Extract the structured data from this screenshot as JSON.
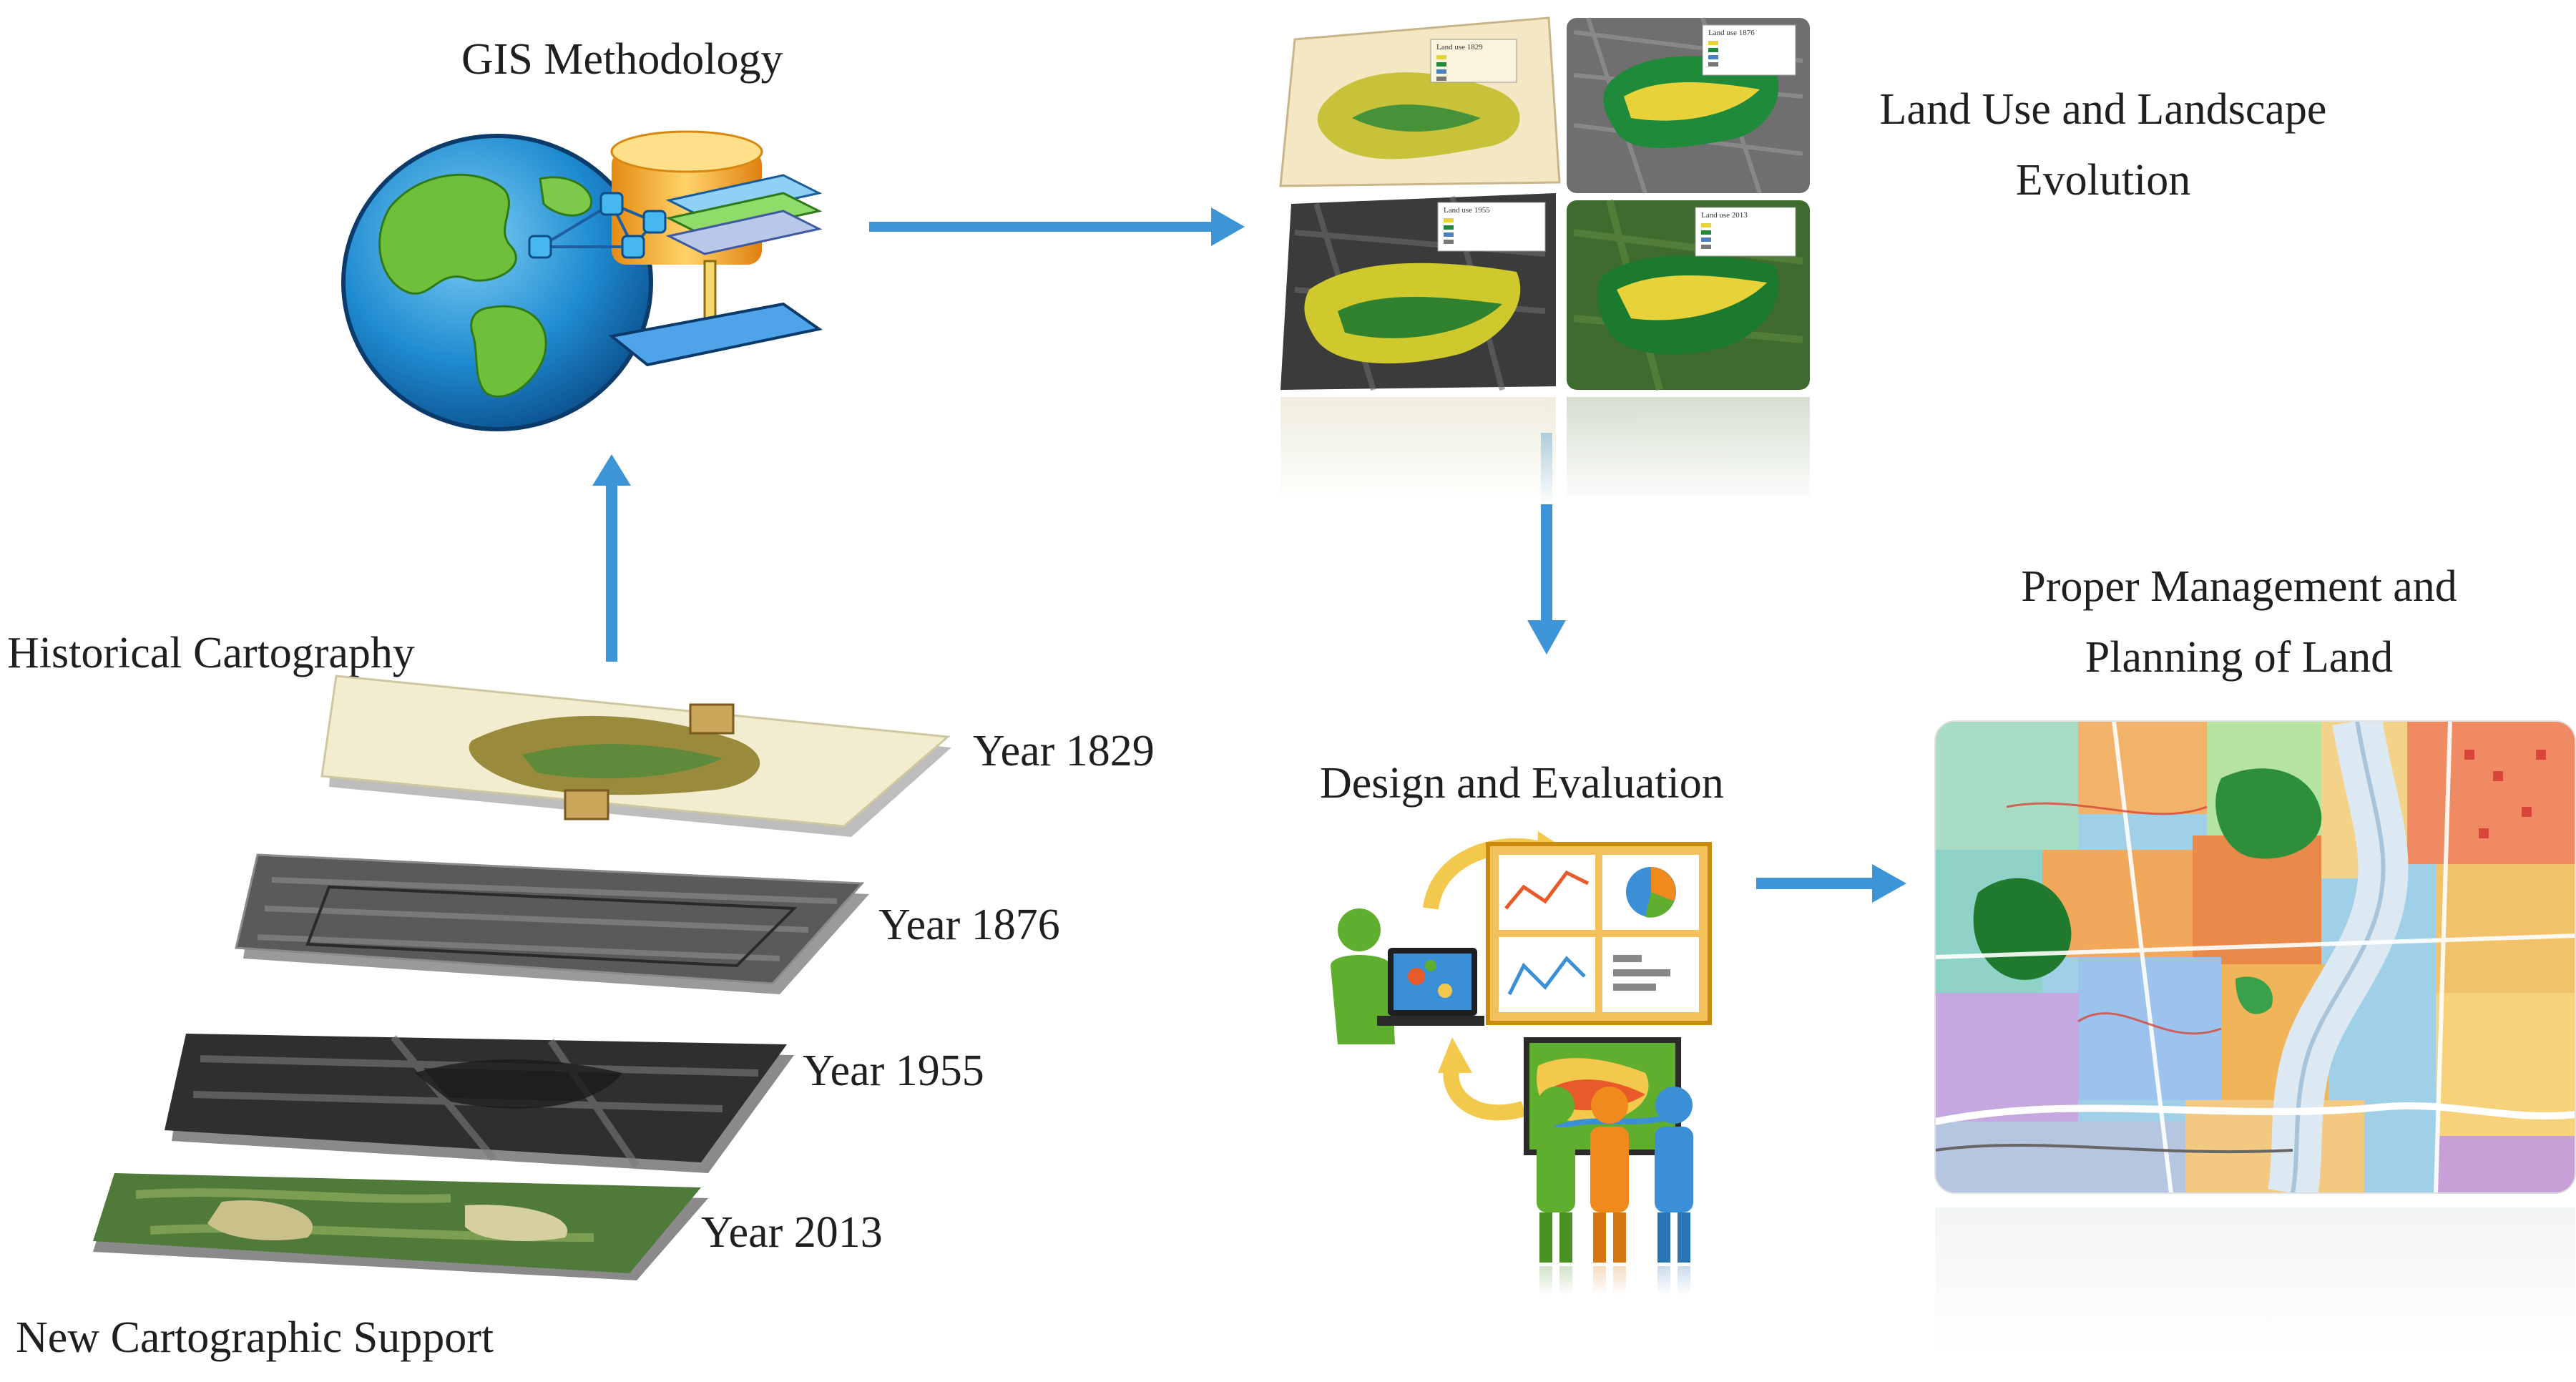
{
  "labels": {
    "gis_methodology": "GIS Methodology",
    "land_use_line1": "Land Use and Landscape",
    "land_use_line2": "Evolution",
    "historical_cartography": "Historical Cartography",
    "new_cartographic_support": "New Cartographic Support",
    "proper_mgmt_line1": "Proper Management and",
    "proper_mgmt_line2": "Planning of Land",
    "design_evaluation": "Design and Evaluation"
  },
  "layers": [
    {
      "year": "Year 1829"
    },
    {
      "year": "Year 1876"
    },
    {
      "year": "Year 1955"
    },
    {
      "year": "Year 2013"
    }
  ],
  "maps": [
    {
      "legend_title": "Land use 1829",
      "style": "historic"
    },
    {
      "legend_title": "Land use 1876",
      "style": "relief"
    },
    {
      "legend_title": "Land use 1955",
      "style": "aerial-bw"
    },
    {
      "legend_title": "Land use 2013",
      "style": "aerial-color"
    }
  ],
  "colors": {
    "arrow": "#3d94d6",
    "agricultural": "#e8d23a",
    "natural": "#1f8a3a",
    "person_green": "#5fae2e",
    "person_orange": "#f08a1c",
    "person_blue": "#3a8fd6"
  }
}
